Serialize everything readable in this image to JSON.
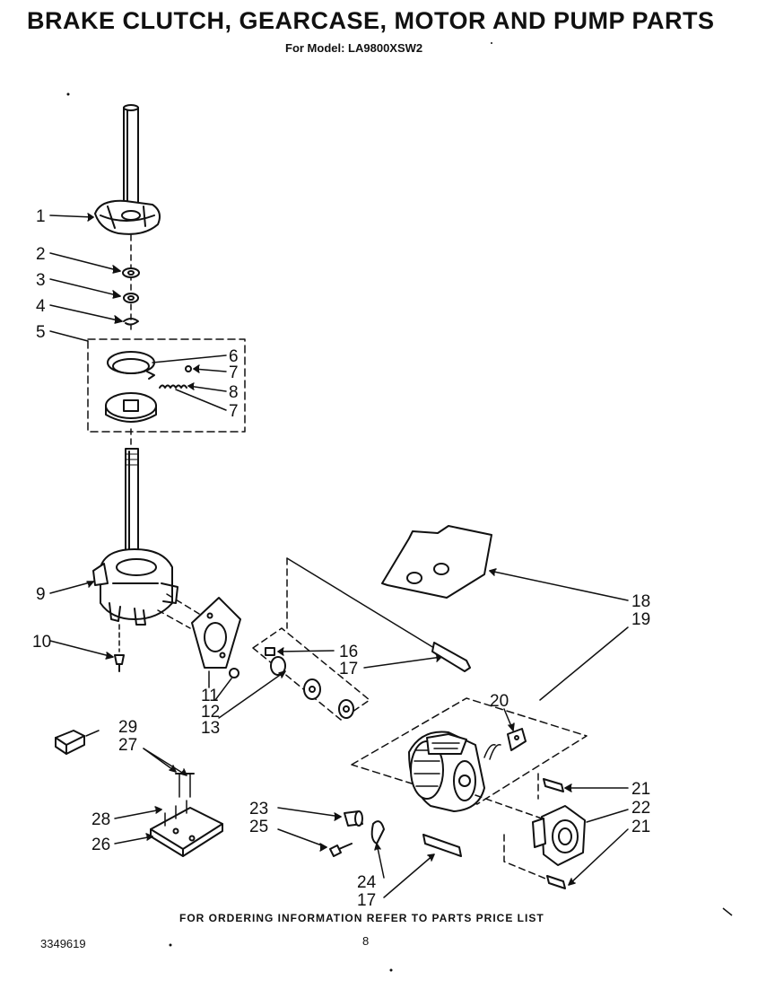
{
  "header": {
    "title": "BRAKE  CLUTCH, GEARCASE, MOTOR AND PUMP PARTS",
    "subtitle": "For Model: LA9800XSW2"
  },
  "footer": {
    "ordering_note": "FOR ORDERING INFORMATION REFER TO PARTS PRICE LIST",
    "document_number": "3349619",
    "page_number": "8"
  },
  "callouts": [
    "1",
    "2",
    "3",
    "4",
    "5",
    "6",
    "7",
    "8",
    "7",
    "9",
    "10",
    "11",
    "12",
    "13",
    "16",
    "17",
    "18",
    "19",
    "20",
    "21",
    "22",
    "21",
    "23",
    "25",
    "24",
    "17",
    "29",
    "27",
    "28",
    "26"
  ]
}
